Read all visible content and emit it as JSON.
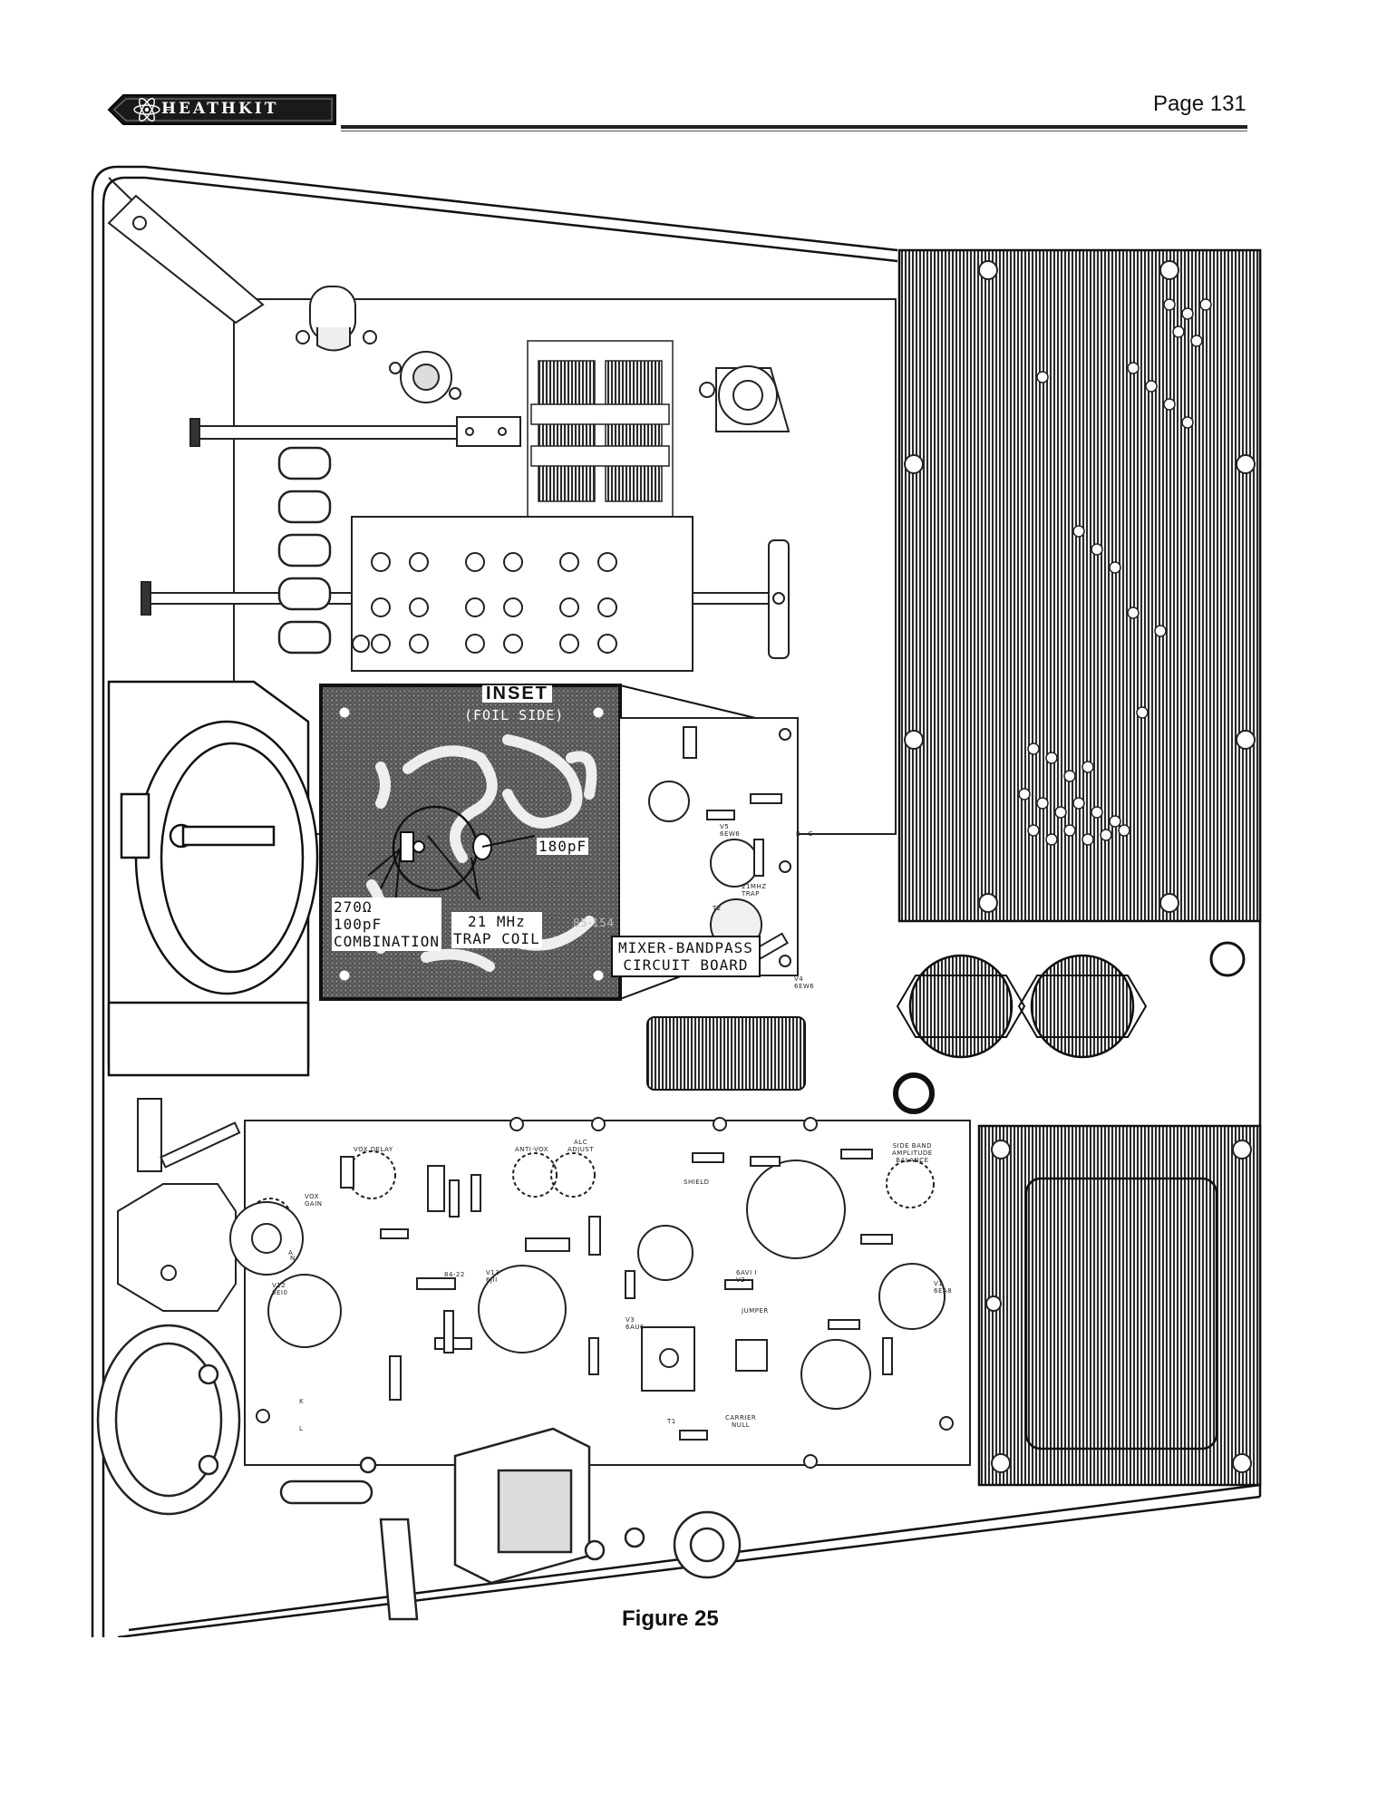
{
  "header": {
    "brand": "HEATHKIT",
    "page_label": "Page 131"
  },
  "inset": {
    "title": "INSET",
    "subtitle": "(FOIL SIDE)",
    "board_code": "85-154",
    "callouts": {
      "cap_180": "180pF",
      "combo_line1": "270Ω",
      "combo_line2": "100pF",
      "combo_line3": "COMBINATION",
      "trap_line1": "21 MHz",
      "trap_line2": "TRAP COIL"
    }
  },
  "mixer_board": {
    "label_line1": "MIXER-BANDPASS",
    "label_line2": "CIRCUIT BOARD",
    "silk": {
      "v5": "V5\n6EW6",
      "trap": "21MHZ\nTRAP",
      "t2": "T2",
      "v4": "V4\n6EW6",
      "bc": "B   C"
    }
  },
  "main_board": {
    "silk": {
      "vox_delay": "VOX DELAY",
      "anti_vox": "ANTI-VOX",
      "alc_adjust": "ALC\nADJUST",
      "sideband": "SIDE BAND\nAMPLITUDE\nBALANCE",
      "vox_gain": "VOX\nGAIN",
      "shield": "SHIELD",
      "v12": "V12\n6EI0",
      "r8422": "84-22",
      "v13": "V13\n6JII",
      "v3": "V3\n6AU6",
      "v2": "6AVI I\nV2",
      "jumper": "JUMPER",
      "v1": "V1\n6EA8",
      "t1": "T1",
      "carrier_null": "CARRIER\nNULL",
      "k": "K",
      "l": "L",
      "a": "A",
      "n": "N"
    }
  },
  "figure_caption": "Figure 25"
}
